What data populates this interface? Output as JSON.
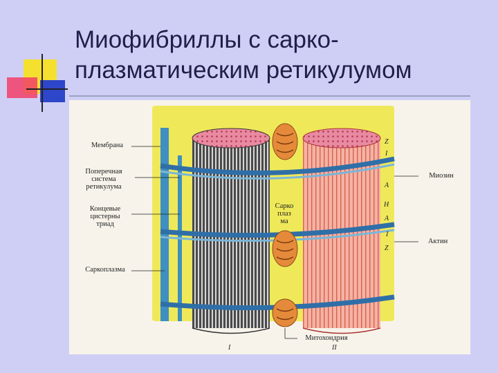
{
  "slide": {
    "title_line1": "Миофибриллы с сарко-",
    "title_line2": "плазматическим ретикулумом"
  },
  "diagram": {
    "labels": {
      "membrane": "Мембрана",
      "transverse_system": "Поперечная\nсистема\nретикулума",
      "terminal_cisterns": "Концевые\nцистерны\nтриад",
      "sarcoplasm_left": "Саркоплазма",
      "sarcoplasm_center": "Сарко\nплаз\nма",
      "myosin": "Миозин",
      "actin": "Актин",
      "mitochondria": "Митохондрия",
      "panel_one": "I",
      "panel_two": "II"
    },
    "bands": [
      "Z",
      "I",
      "A",
      "H",
      "A",
      "I",
      "Z"
    ],
    "colors": {
      "sarcoplasm": "#efe95a",
      "reticulum": "#3f8fc0",
      "myofibril_dark": "#555555",
      "myofibril_light": "#f2a898",
      "mitochondria": "#e58a3a"
    }
  }
}
